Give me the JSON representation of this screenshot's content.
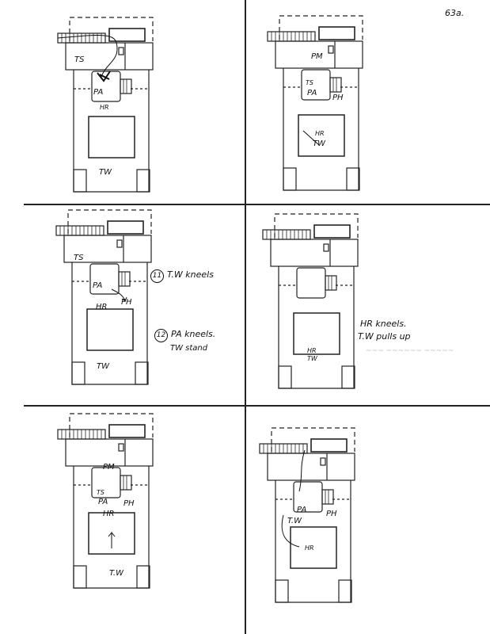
{
  "page_number": "63a.",
  "panels": [
    {
      "labels": {
        "ts": "TS",
        "pa": "PA",
        "hr": "HR",
        "tw": "TW"
      }
    },
    {
      "labels": {
        "pm": "PM",
        "ts": "TS",
        "pa": "PA",
        "ph": "PH",
        "hr": "HR",
        "tw": "TW"
      }
    },
    {
      "labels": {
        "ts": "TS",
        "pa": "PA",
        "hr": "HR",
        "ph": "PH",
        "tw": "TW"
      },
      "notes": [
        {
          "num": "11",
          "text": "T.W kneels"
        },
        {
          "num": "12",
          "text": "PA kneels.",
          "text2": "TW stand"
        }
      ]
    },
    {
      "labels": {
        "hr": "HR",
        "tw": "TW"
      },
      "notes": [
        {
          "text": "HR kneels."
        },
        {
          "text": "T.W pulls up"
        }
      ]
    },
    {
      "labels": {
        "pm": "PM",
        "ts": "TS",
        "pa": "PA",
        "ph": "PH",
        "hr": "HR",
        "tw": "T.W"
      }
    },
    {
      "labels": {
        "pa": "PA",
        "ph": "PH",
        "tw": "T.W",
        "hr": "HR"
      }
    }
  ]
}
